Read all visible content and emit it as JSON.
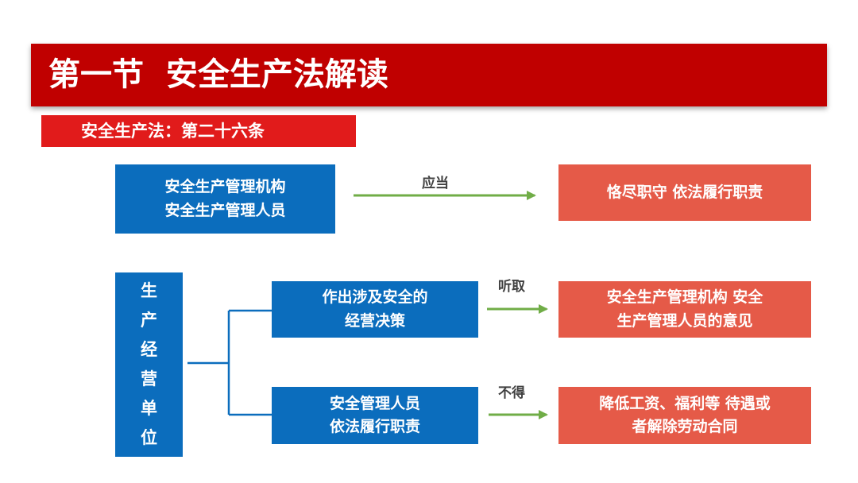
{
  "header": {
    "title": "第一节  安全生产法解读",
    "subtitle": "安全生产法：第二十六条"
  },
  "colors": {
    "header_red": "#c00000",
    "subtitle_red": "#e11b1b",
    "box_blue": "#0b6dbd",
    "box_red": "#e55a48",
    "arrow_green": "#70ad47"
  },
  "row1": {
    "source_lines": [
      "安全生产管理机构",
      "安全生产管理人员"
    ],
    "relation": "应当",
    "target": "恪尽职守 依法履行职责"
  },
  "unit": {
    "label_chars": [
      "生",
      "产",
      "经",
      "营",
      "单",
      "位"
    ]
  },
  "branch1": {
    "action_lines": [
      "作出涉及安全的",
      "经营决策"
    ],
    "relation": "听取",
    "target_lines": [
      "安全生产管理机构 安全",
      "生产管理人员的意见"
    ]
  },
  "branch2": {
    "action_lines": [
      "安全管理人员",
      "依法履行职责"
    ],
    "relation": "不得",
    "target_lines": [
      "降低工资、福利等 待遇或",
      "者解除劳动合同"
    ]
  }
}
